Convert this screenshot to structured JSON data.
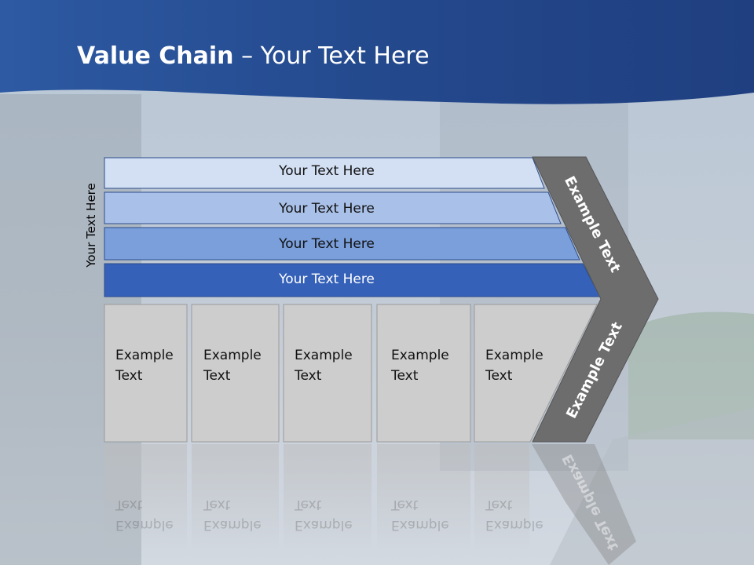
{
  "slide": {
    "title_bold": "Value Chain",
    "title_rest": "– Your Text Here",
    "side_label": "Your Text Here"
  },
  "rows": [
    {
      "label": "Your Text Here",
      "color": "#d3e0f4"
    },
    {
      "label": "Your Text Here",
      "color": "#a9c0e8"
    },
    {
      "label": "Your Text Here",
      "color": "#7a9fdb"
    },
    {
      "label": "Your Text Here",
      "color": "#3561b8"
    }
  ],
  "boxes": [
    {
      "line1": "Example",
      "line2": "Text"
    },
    {
      "line1": "Example",
      "line2": "Text"
    },
    {
      "line1": "Example",
      "line2": "Text"
    },
    {
      "line1": "Example",
      "line2": "Text"
    },
    {
      "line1": "Example",
      "line2": "Text"
    }
  ],
  "chevron": {
    "upper_label": "Example Text",
    "lower_label": "Example Text",
    "color": "#6d6d6d"
  },
  "colors": {
    "header_blue": "#2b529a",
    "box_fill": "#cdcdcd"
  }
}
